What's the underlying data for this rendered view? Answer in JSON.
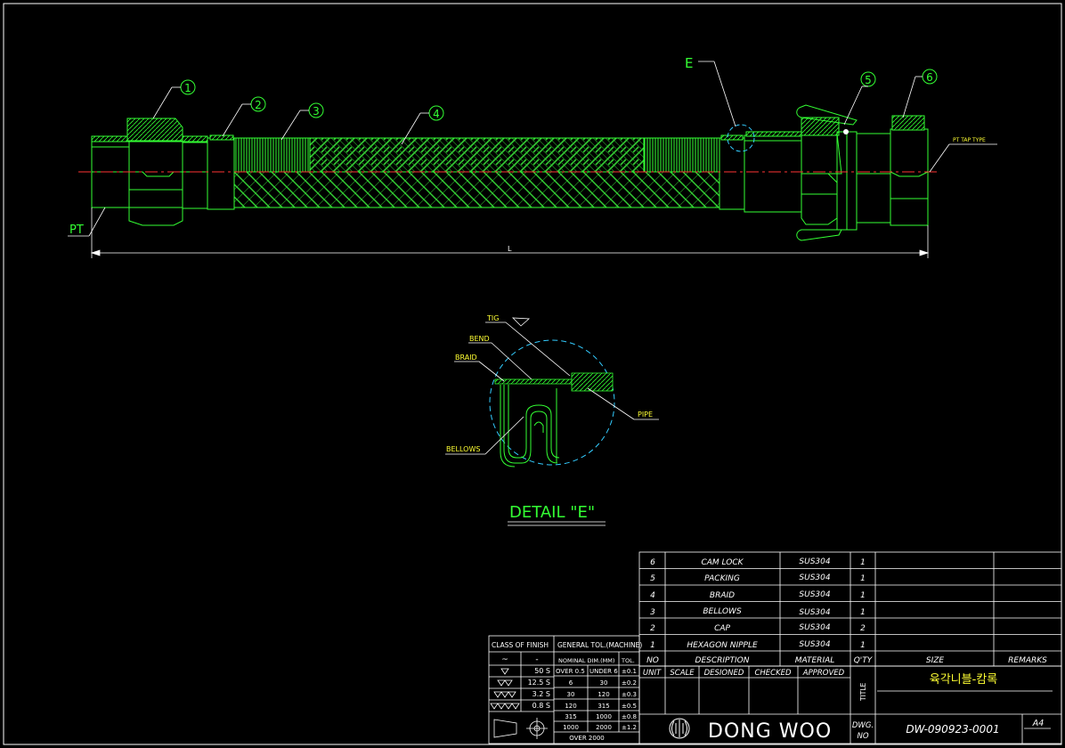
{
  "drawing": {
    "balloons": [
      "1",
      "2",
      "3",
      "4",
      "5",
      "6"
    ],
    "detail_marker": "E",
    "pt_label": "PT",
    "pt_tap_label": "PT TAP TYPE",
    "length_label": "L"
  },
  "detail": {
    "title": "DETAIL  \"E\"",
    "labels": {
      "tig": "TIG",
      "bend": "BEND",
      "braid": "BRAID",
      "pipe": "PIPE",
      "bellows": "BELLOWS"
    }
  },
  "bom": {
    "header": {
      "no": "NO",
      "description": "DESCRIPTION",
      "material": "MATERIAL",
      "qty": "Q'TY",
      "size": "SIZE",
      "remarks": "REMARKS"
    },
    "rows": [
      {
        "no": "6",
        "description": "CAM  LOCK",
        "material": "SUS304",
        "qty": "1"
      },
      {
        "no": "5",
        "description": "PACKING",
        "material": "SUS304",
        "qty": "1"
      },
      {
        "no": "4",
        "description": "BRAID",
        "material": "SUS304",
        "qty": "1"
      },
      {
        "no": "3",
        "description": "BELLOWS",
        "material": "SUS304",
        "qty": "1"
      },
      {
        "no": "2",
        "description": "CAP",
        "material": "SUS304",
        "qty": "2"
      },
      {
        "no": "1",
        "description": "HEXAGON  NIPPLE",
        "material": "SUS304",
        "qty": "1"
      }
    ]
  },
  "finish": {
    "header": "CLASS OF FINISH",
    "sub": [
      "~",
      "-"
    ],
    "rows": [
      "50 S",
      "12.5 S",
      "3.2 S",
      "0.8 S"
    ]
  },
  "tolerance": {
    "header": "GENERAL TOL.(MACHINE)",
    "col_header": "NOMINAL DIM.(MM)",
    "tol_header": "TOL.",
    "rows": [
      {
        "a": "OVER 0.5",
        "b": "UNDER 6",
        "t": "±0.1"
      },
      {
        "a": "6",
        "b": "30",
        "t": "±0.2"
      },
      {
        "a": "30",
        "b": "120",
        "t": "±0.3"
      },
      {
        "a": "120",
        "b": "315",
        "t": "±0.5"
      },
      {
        "a": "315",
        "b": "1000",
        "t": "±0.8"
      },
      {
        "a": "1000",
        "b": "2000",
        "t": "±1.2"
      },
      {
        "a": "OVER 2000",
        "b": "",
        "t": ""
      }
    ]
  },
  "titleblock": {
    "unit": "UNIT",
    "scale": "SCALE",
    "designed": "DESIONED",
    "checked": "CHECKED",
    "approved": "APPROVED",
    "title_label": "TITLE",
    "title": "육각니블-캄록",
    "company": "DONG  WOO",
    "dwg_label_1": "DWG.",
    "dwg_label_2": "NO",
    "dwg_no": "DW-090923-0001",
    "sheet": "A4"
  }
}
